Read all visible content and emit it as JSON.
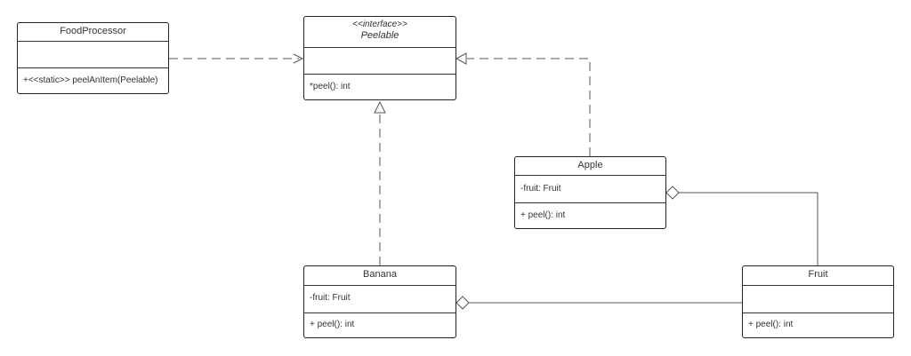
{
  "classes": {
    "food_processor": {
      "name": "FoodProcessor",
      "attributes": "",
      "operations": "+<<static>> peelAnItem(Peelable)"
    },
    "peelable": {
      "stereotype": "<<interface>>",
      "name": "Peelable",
      "attributes": "",
      "operations": "*peel(): int"
    },
    "apple": {
      "name": "Apple",
      "attributes": "-fruit: Fruit",
      "operations": "+ peel(): int"
    },
    "banana": {
      "name": "Banana",
      "attributes": "-fruit: Fruit",
      "operations": "+ peel(): int"
    },
    "fruit": {
      "name": "Fruit",
      "attributes": "",
      "operations": "+ peel(): int"
    }
  },
  "relationships": [
    {
      "from": "FoodProcessor",
      "to": "Peelable",
      "kind": "dependency"
    },
    {
      "from": "Apple",
      "to": "Peelable",
      "kind": "realization"
    },
    {
      "from": "Banana",
      "to": "Peelable",
      "kind": "realization"
    },
    {
      "from": "Apple",
      "to": "Fruit",
      "kind": "aggregation"
    },
    {
      "from": "Banana",
      "to": "Fruit",
      "kind": "aggregation"
    }
  ],
  "colors": {
    "border": "#222222",
    "text": "#333333",
    "connector": "#555555"
  }
}
